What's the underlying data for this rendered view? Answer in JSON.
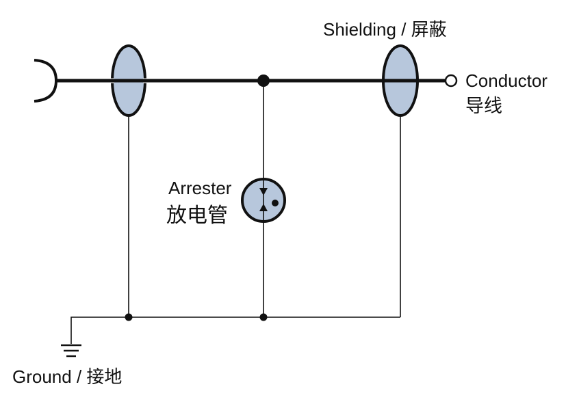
{
  "labels": {
    "shielding": "Shielding / 屏蔽",
    "conductor_en": "Conductor",
    "conductor_zh": "导线",
    "arrester_en": "Arrester",
    "arrester_zh": "放电管",
    "ground": "Ground / 接地"
  },
  "colors": {
    "line": "#111111",
    "component_fill": "#b7c7dc",
    "background": "#ffffff"
  },
  "icons": {
    "ground": "ground-symbol-icon",
    "arrester": "gas-discharge-tube-icon",
    "conductor_terminal": "open-circle-terminal-icon",
    "connector": "plug-connector-icon"
  }
}
